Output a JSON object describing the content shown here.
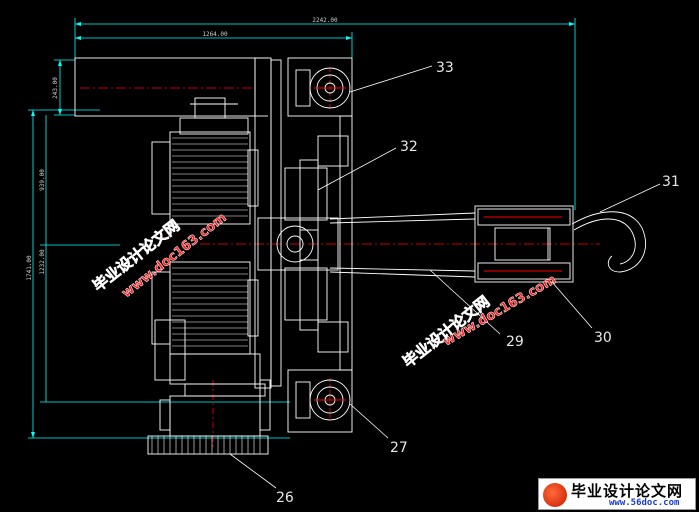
{
  "dimensions": {
    "overall_width": "2242.00",
    "partial_width": "1264.00",
    "top_height": "243.00",
    "mid_height": "939.00",
    "total_height": "1741.00",
    "lower_height": "1232.00"
  },
  "callouts": {
    "c33": "33",
    "c32": "32",
    "c31": "31",
    "c30": "30",
    "c29": "29",
    "c27": "27",
    "c26": "26"
  },
  "watermark": {
    "brand": "毕业设计论文网",
    "url": "www.doc163.com"
  },
  "logo": {
    "brand": "毕业设计论文网",
    "site": "www.56doc.com"
  },
  "colors": {
    "background": "#000000",
    "line": "#ffffff",
    "dimension": "#00ffff",
    "centerline": "#ff0000",
    "watermark": "#ff2020"
  }
}
